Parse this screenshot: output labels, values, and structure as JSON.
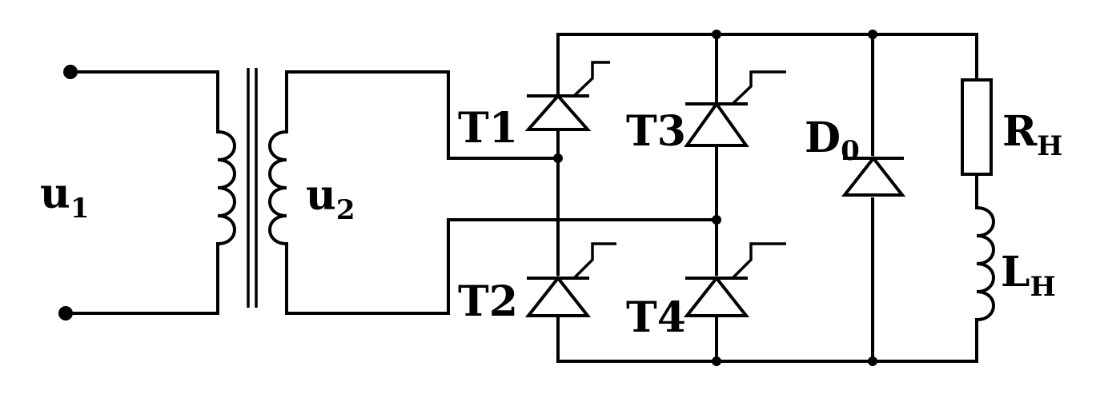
{
  "labels": {
    "u1": {
      "main": "u",
      "sub": "1"
    },
    "u2": {
      "main": "u",
      "sub": "2"
    },
    "t1": "T1",
    "t2": "T2",
    "t3": "T3",
    "t4": "T4",
    "d0": {
      "main": "D",
      "sub": "0"
    },
    "rh": {
      "main": "R",
      "sub": "H"
    },
    "lh": {
      "main": "L",
      "sub": "H"
    }
  },
  "colors": {
    "ink": "#000000",
    "paper": "#ffffff"
  }
}
